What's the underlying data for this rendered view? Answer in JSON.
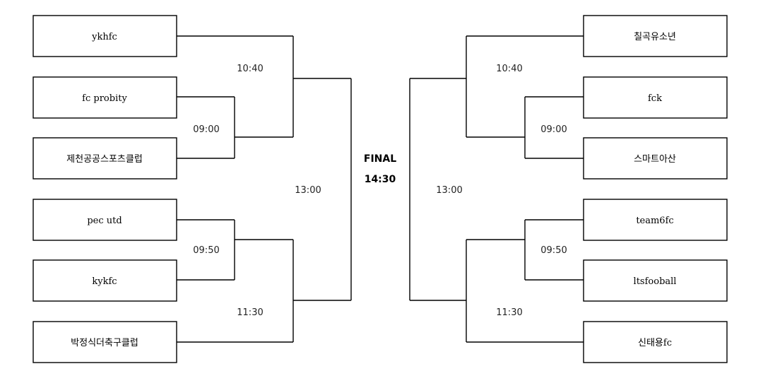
{
  "final": {
    "title": "FINAL",
    "time": "14:30"
  },
  "left": {
    "teams": [
      "ykhfc",
      "fc  probity",
      "제천공공스포츠클럽",
      "pec  utd",
      "kykfc",
      "박정식더축구클럽"
    ],
    "times": {
      "match_top": "10:40",
      "match_top_inner": "09:00",
      "match_bottom_inner": "09:50",
      "match_bottom": "11:30",
      "semifinal": "13:00"
    }
  },
  "right": {
    "teams": [
      "칠곡유소년",
      "fck",
      "스마트아산",
      "team6fc",
      "ltsfooball",
      "신태용fc"
    ],
    "times": {
      "match_top": "10:40",
      "match_top_inner": "09:00",
      "match_bottom_inner": "09:50",
      "match_bottom": "11:30",
      "semifinal": "13:00"
    }
  }
}
